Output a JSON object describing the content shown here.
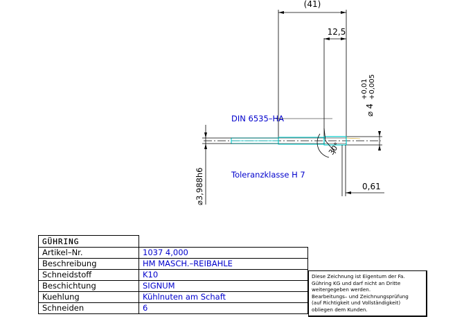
{
  "drawing": {
    "dim_overall": "(41)",
    "dim_shank": "12,5",
    "dim_diameter_prefix": "⌀ 4",
    "dim_tol_upper": "+0,01",
    "dim_tol_lower": "+0,005",
    "standard": "DIN 6535–HA",
    "angle": "30°",
    "tolerance_class": "Toleranzklasse H 7",
    "dim_cut_diameter": "⌀3,988h6",
    "dim_chamfer": "0,61",
    "colors": {
      "line": "#000000",
      "blue": "#0000cc",
      "cyan": "#00cccc"
    }
  },
  "title_block": {
    "logo": "GÜHRING",
    "rows": [
      {
        "label": "Artikel–Nr.",
        "value": "1037 4,000"
      },
      {
        "label": "Beschreibung",
        "value": "HM MASCH.–REIBAHLE"
      },
      {
        "label": "Schneidstoff",
        "value": "K10"
      },
      {
        "label": "Beschichtung",
        "value": "SIGNUM"
      },
      {
        "label": "Kuehlung",
        "value": "Kühlnuten am Schaft"
      },
      {
        "label": "Schneiden",
        "value": "6"
      }
    ]
  },
  "notice": {
    "line1": "Diese Zeichnung ist Eigentum der Fa.",
    "line2": "Gühring KG und darf nicht an Dritte",
    "line3": "weitergegeben werden.",
    "line4": "Bearbeitungs– und Zeichnungsprüfung",
    "line5": "(auf Richtigkeit und Vollständigkeit)",
    "line6": "obliegen dem Kunden."
  }
}
